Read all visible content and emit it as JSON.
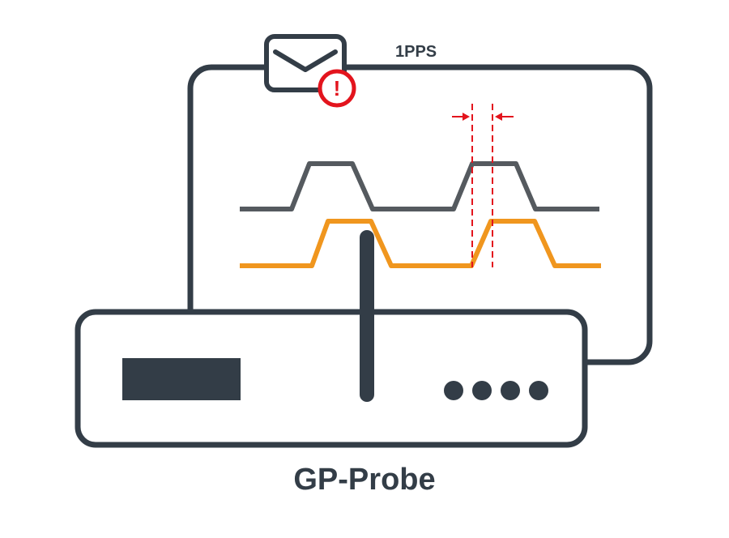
{
  "diagram": {
    "signal_label": "1PPS",
    "device_label": "GP-Probe",
    "alert_glyph": "!",
    "icons": {
      "notification": "envelope-icon",
      "alert": "exclamation-circle-icon",
      "antenna": "antenna-icon"
    },
    "colors": {
      "outline": "#333d47",
      "reference_signal": "#555a5f",
      "measured_signal": "#f0961e",
      "offset_marker": "#e3141d",
      "background": "#ffffff"
    },
    "status_lights": 4
  }
}
